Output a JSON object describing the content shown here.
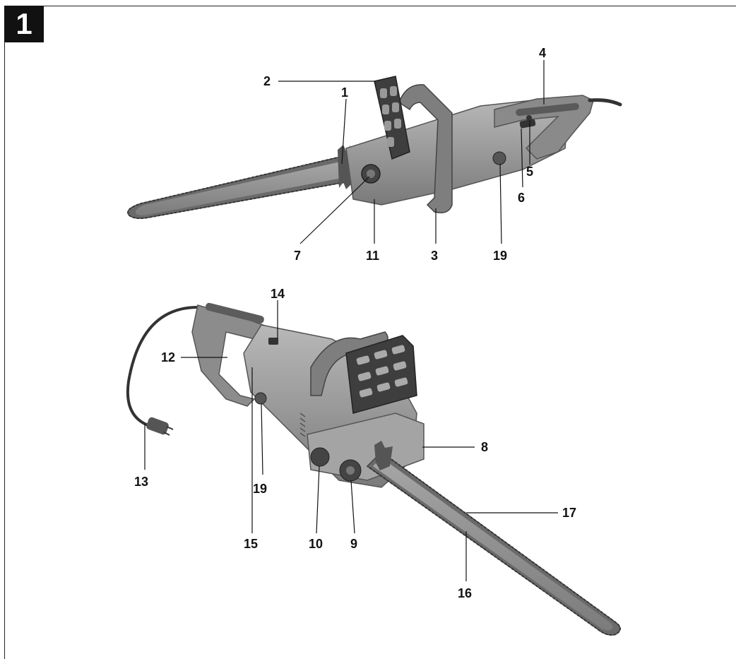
{
  "figure": {
    "number": "1"
  },
  "callouts_top": [
    {
      "id": "c1",
      "label": "1"
    },
    {
      "id": "c2",
      "label": "2"
    },
    {
      "id": "c3",
      "label": "3"
    },
    {
      "id": "c4",
      "label": "4"
    },
    {
      "id": "c5",
      "label": "5"
    },
    {
      "id": "c6",
      "label": "6"
    },
    {
      "id": "c7",
      "label": "7"
    },
    {
      "id": "c11",
      "label": "11"
    },
    {
      "id": "c19a",
      "label": "19"
    }
  ],
  "callouts_bottom": [
    {
      "id": "c8",
      "label": "8"
    },
    {
      "id": "c9",
      "label": "9"
    },
    {
      "id": "c10",
      "label": "10"
    },
    {
      "id": "c12",
      "label": "12"
    },
    {
      "id": "c13",
      "label": "13"
    },
    {
      "id": "c14",
      "label": "14"
    },
    {
      "id": "c15",
      "label": "15"
    },
    {
      "id": "c16",
      "label": "16"
    },
    {
      "id": "c17",
      "label": "17"
    },
    {
      "id": "c19b",
      "label": "19"
    }
  ],
  "colors": {
    "body": "#9a9a9a",
    "dark": "#4a4a4a",
    "bar": "#8c8c8c",
    "chain": "#6e6e6e",
    "ink": "#111111"
  }
}
